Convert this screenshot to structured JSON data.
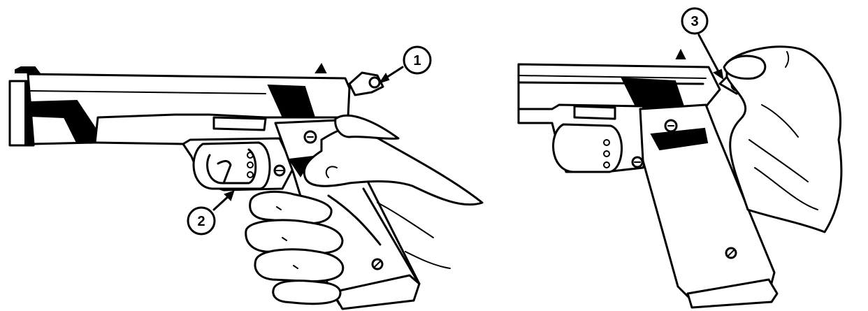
{
  "figure": {
    "left_panel": {
      "callouts": [
        {
          "id": "callout-1",
          "label": "1"
        },
        {
          "id": "callout-2",
          "label": "2"
        }
      ]
    },
    "right_panel": {
      "callouts": [
        {
          "id": "callout-3",
          "label": "3"
        }
      ]
    }
  }
}
